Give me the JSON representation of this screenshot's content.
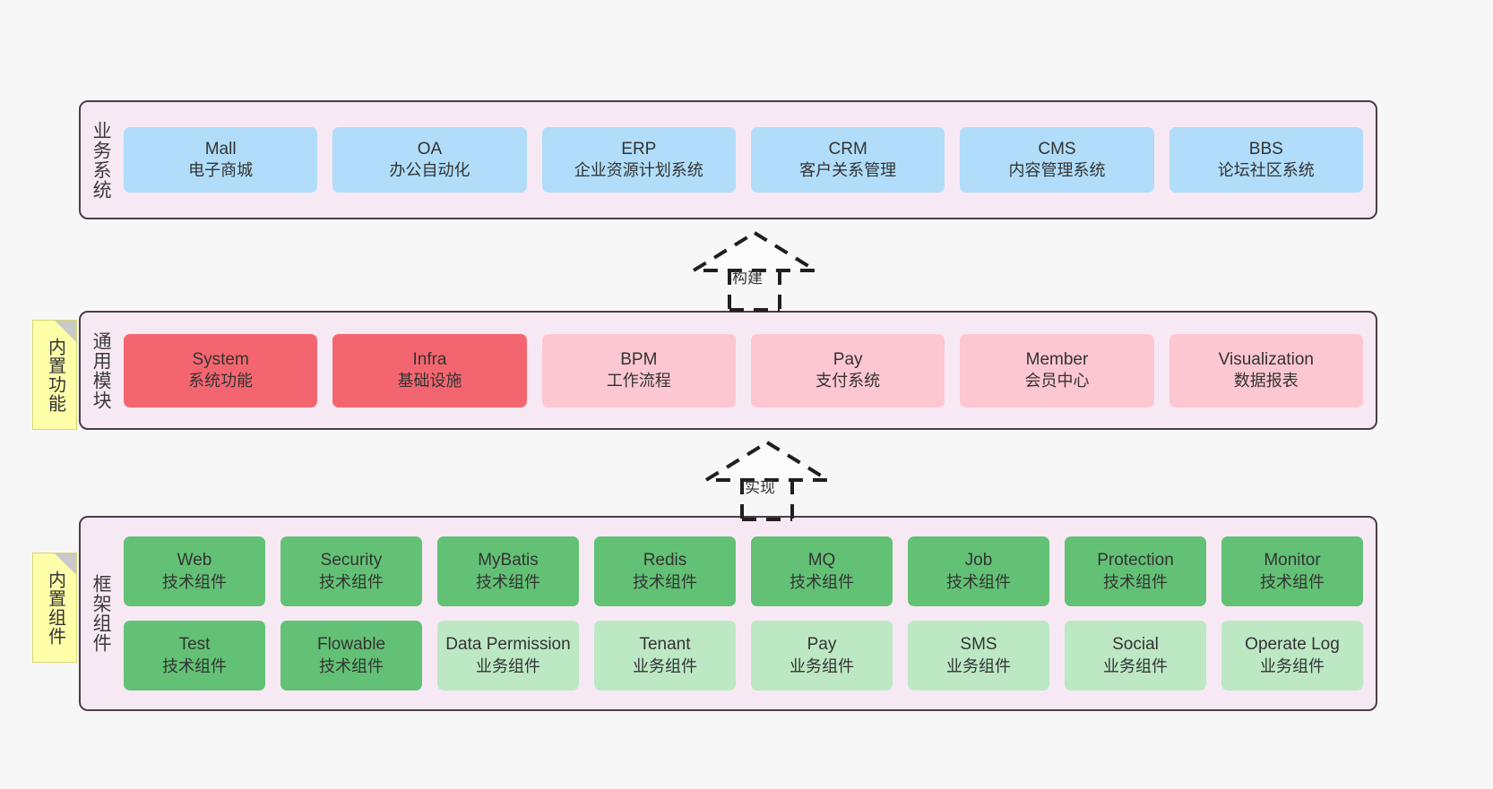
{
  "diagram": {
    "title": "",
    "colors": {
      "panel_bg": "#f7e9f4",
      "panel_border": "#4a3f47",
      "business": "#b1ddfa",
      "module_core": "#f4666f",
      "module_optional": "#fcc7d0",
      "tech_component": "#63c175",
      "biz_component": "#bce8c4",
      "note_bg": "#ffffaa",
      "canvas_bg": "#f7f7f7"
    }
  },
  "notes": [
    {
      "id": "note-functions",
      "label": "内置功能"
    },
    {
      "id": "note-components",
      "label": "内置组件"
    }
  ],
  "connectors": [
    {
      "id": "arrow-build",
      "label": "构建",
      "style": "dashed-hollow-triangle",
      "direction": "up"
    },
    {
      "id": "arrow-realize",
      "label": "实现",
      "style": "dashed-hollow-triangle",
      "direction": "up"
    }
  ],
  "layers": [
    {
      "id": "layer-business",
      "title": "业务系统",
      "rows": [
        [
          {
            "en": "Mall",
            "cn": "电子商城",
            "color": "blue"
          },
          {
            "en": "OA",
            "cn": "办公自动化",
            "color": "blue"
          },
          {
            "en": "ERP",
            "cn": "企业资源计划系统",
            "color": "blue"
          },
          {
            "en": "CRM",
            "cn": "客户关系管理",
            "color": "blue"
          },
          {
            "en": "CMS",
            "cn": "内容管理系统",
            "color": "blue"
          },
          {
            "en": "BBS",
            "cn": "论坛社区系统",
            "color": "blue"
          }
        ]
      ]
    },
    {
      "id": "layer-modules",
      "title": "通用模块",
      "rows": [
        [
          {
            "en": "System",
            "cn": "系统功能",
            "color": "red"
          },
          {
            "en": "Infra",
            "cn": "基础设施",
            "color": "red"
          },
          {
            "en": "BPM",
            "cn": "工作流程",
            "color": "pink"
          },
          {
            "en": "Pay",
            "cn": "支付系统",
            "color": "pink"
          },
          {
            "en": "Member",
            "cn": "会员中心",
            "color": "pink"
          },
          {
            "en": "Visualization",
            "cn": "数据报表",
            "color": "pink"
          }
        ]
      ]
    },
    {
      "id": "layer-framework",
      "title": "框架组件",
      "rows": [
        [
          {
            "en": "Web",
            "cn": "技术组件",
            "color": "green"
          },
          {
            "en": "Security",
            "cn": "技术组件",
            "color": "green"
          },
          {
            "en": "MyBatis",
            "cn": "技术组件",
            "color": "green"
          },
          {
            "en": "Redis",
            "cn": "技术组件",
            "color": "green"
          },
          {
            "en": "MQ",
            "cn": "技术组件",
            "color": "green"
          },
          {
            "en": "Job",
            "cn": "技术组件",
            "color": "green"
          },
          {
            "en": "Protection",
            "cn": "技术组件",
            "color": "green"
          },
          {
            "en": "Monitor",
            "cn": "技术组件",
            "color": "green"
          }
        ],
        [
          {
            "en": "Test",
            "cn": "技术组件",
            "color": "green"
          },
          {
            "en": "Flowable",
            "cn": "技术组件",
            "color": "green"
          },
          {
            "en": "Data Permission",
            "cn": "业务组件",
            "color": "lightgreen"
          },
          {
            "en": "Tenant",
            "cn": "业务组件",
            "color": "lightgreen"
          },
          {
            "en": "Pay",
            "cn": "业务组件",
            "color": "lightgreen"
          },
          {
            "en": "SMS",
            "cn": "业务组件",
            "color": "lightgreen"
          },
          {
            "en": "Social",
            "cn": "业务组件",
            "color": "lightgreen"
          },
          {
            "en": "Operate Log",
            "cn": "业务组件",
            "color": "lightgreen"
          }
        ]
      ]
    }
  ]
}
